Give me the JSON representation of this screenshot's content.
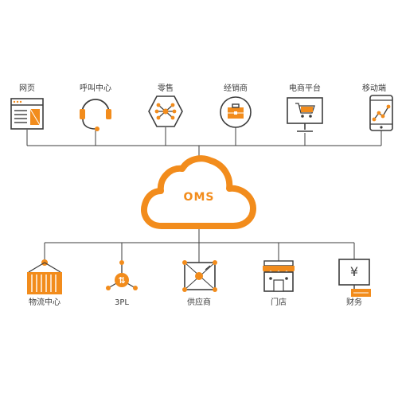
{
  "center": {
    "label": "OMS"
  },
  "top_nodes": [
    {
      "label": "网页",
      "icon": "webpage-icon"
    },
    {
      "label": "呼叫中心",
      "icon": "headset-icon"
    },
    {
      "label": "零售",
      "icon": "retail-hexagon-icon"
    },
    {
      "label": "经销商",
      "icon": "dealer-briefcase-icon"
    },
    {
      "label": "电商平台",
      "icon": "ecommerce-cart-monitor-icon"
    },
    {
      "label": "移动端",
      "icon": "mobile-phone-icon"
    }
  ],
  "bottom_nodes": [
    {
      "label": "物流中心",
      "icon": "logistics-container-icon"
    },
    {
      "label": "3PL",
      "icon": "third-party-logistics-icon"
    },
    {
      "label": "供应商",
      "icon": "supplier-icon"
    },
    {
      "label": "门店",
      "icon": "store-icon"
    },
    {
      "label": "财务",
      "icon": "finance-yen-icon"
    }
  ],
  "colors": {
    "accent": "#f28c1c",
    "line": "#3d3d3d",
    "text": "#3d3d3d"
  },
  "icon_text": {
    "yen": "¥",
    "threepl": "⇅"
  }
}
